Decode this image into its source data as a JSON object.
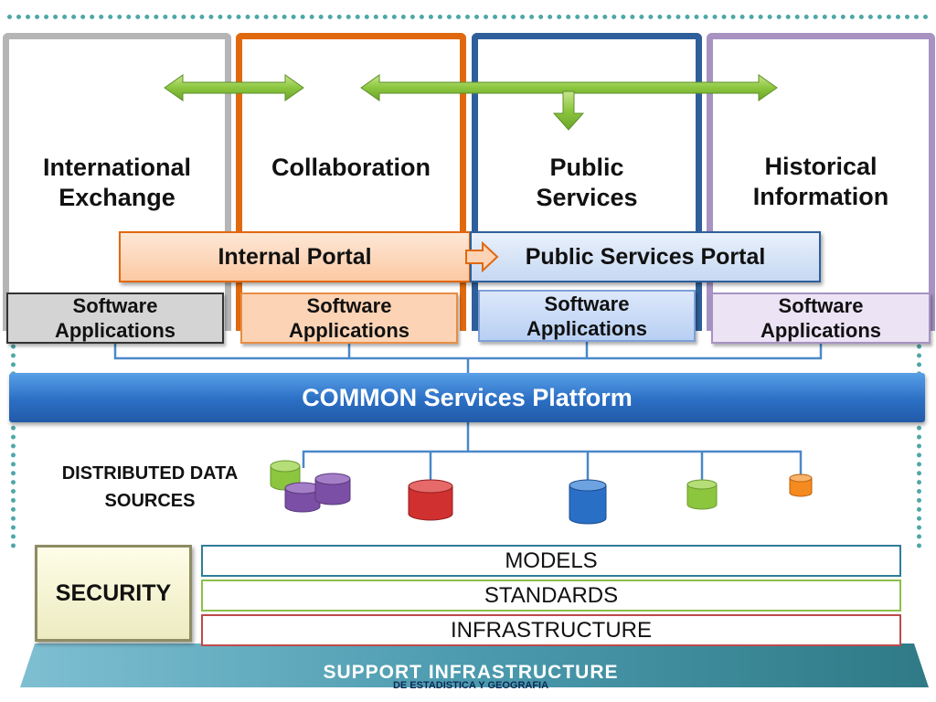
{
  "columns": [
    {
      "title_line1": "International",
      "title_line2": "Exchange",
      "border": "#b5b5b5"
    },
    {
      "title_line1": "Collaboration",
      "title_line2": "",
      "border": "#e0690f"
    },
    {
      "title_line1": "Public",
      "title_line2": "Services",
      "border": "#2f5f9a"
    },
    {
      "title_line1": "Historical",
      "title_line2": "Information",
      "border": "#a792c2"
    }
  ],
  "portals": {
    "internal": "Internal Portal",
    "public": "Public Services Portal"
  },
  "software": [
    {
      "line1": "Software",
      "line2": "Applications",
      "bg": "#d4d4d4",
      "border": "#333333"
    },
    {
      "line1": "Software",
      "line2": "Applications",
      "bg": "#fcd3b4",
      "border": "#e88d45"
    },
    {
      "line1": "Software",
      "line2": "Applications",
      "bg": "#c9dbf7",
      "border": "#7ea1d8"
    },
    {
      "line1": "Software",
      "line2": "Applications",
      "bg": "#ece3f5",
      "border": "#a792c2"
    }
  ],
  "platform": "COMMON Services Platform",
  "distributed": {
    "line1": "DISTRIBUTED DATA",
    "line2": "SOURCES"
  },
  "databases": [
    {
      "color": "#8cc63f"
    },
    {
      "color": "#7b4fa5"
    },
    {
      "color": "#7b4fa5"
    },
    {
      "color": "#d0302f"
    },
    {
      "color": "#2a6fc6"
    },
    {
      "color": "#8cc63f"
    },
    {
      "color": "#f58a1f"
    }
  ],
  "security": "SECURITY",
  "layers": [
    {
      "label": "MODELS",
      "border": "#2f7c9a"
    },
    {
      "label": "STANDARDS",
      "border": "#8cbf4a"
    },
    {
      "label": "INFRASTRUCTURE",
      "border": "#c0494a"
    }
  ],
  "support": "SUPPORT INFRASTRUCTURE",
  "support_sub": "DE ESTADISTICA Y GEOGRAFIA",
  "colors": {
    "arrow_green": "#8cc63f",
    "platform_blue": "#2b6fc4",
    "teal": "#4fa7a8"
  }
}
